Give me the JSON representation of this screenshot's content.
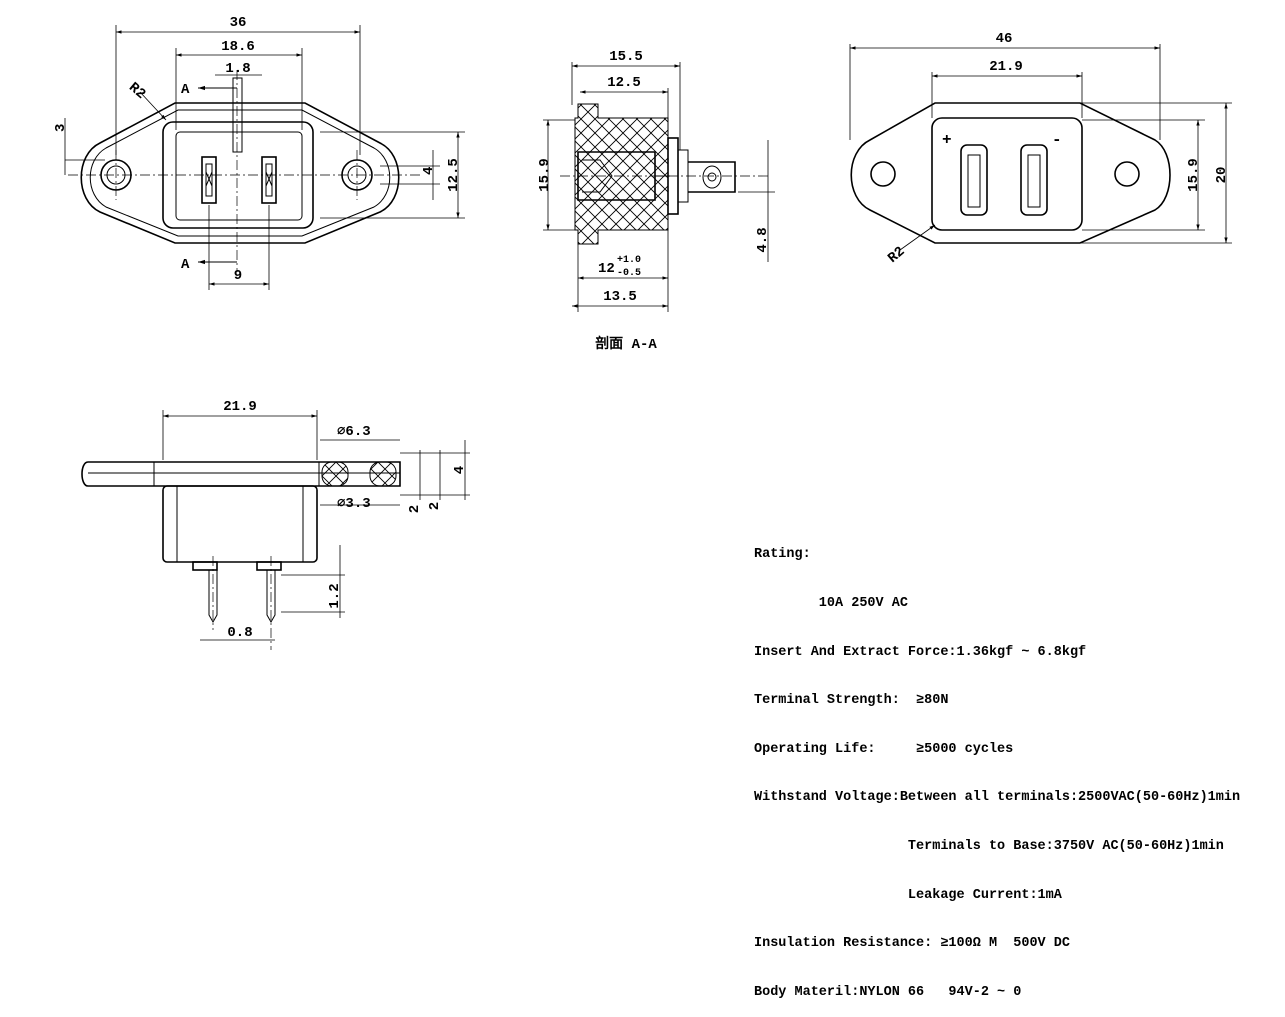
{
  "front_view": {
    "dims": {
      "width_total": "36",
      "width_inner": "18.6",
      "pin_width": "1.8",
      "radius": "R2",
      "section_mark_top": "A",
      "section_mark_bottom": "A",
      "offset_left": "3",
      "pin_height": "4",
      "body_height": "12.5",
      "pin_pitch": "9"
    }
  },
  "section_view": {
    "dims": {
      "overall_depth": "15.5",
      "body_depth": "12.5",
      "body_height": "15.9",
      "terminal_offset": "4.8",
      "panel_range_base": "12",
      "panel_range_upper": "+1.0",
      "panel_range_lower": "-0.5",
      "bottom_depth": "13.5"
    },
    "caption": "剖面 A-A"
  },
  "rear_view": {
    "dims": {
      "width_total": "46",
      "width_inner": "21.9",
      "body_height": "15.9",
      "flange_height": "20",
      "radius": "R2"
    },
    "plus_symbol": "+",
    "minus_symbol": "-"
  },
  "side_view": {
    "dims": {
      "width": "21.9",
      "hole_outer": "∅6.3",
      "hole_inner": "∅3.3",
      "flange_thickness": "4",
      "step_a": "2",
      "step_b": "2",
      "pin_length": "1.2",
      "pin_diameter": "0.8"
    }
  },
  "specs": {
    "lines": [
      "Rating:",
      "        10A 250V AC",
      "Insert And Extract Force:1.36kgf ~ 6.8kgf",
      "Terminal Strength:  ≥80N",
      "Operating Life:     ≥5000 cycles",
      "Withstand Voltage:Between all terminals:2500VAC(50-60Hz)1min",
      "                   Terminals to Base:3750V AC(50-60Hz)1min",
      "                   Leakage Current:1mA",
      "Insulation Resistance: ≥100Ω M  500V DC",
      "Body Materil:NYLON 66   94V-2 ~ 0"
    ]
  }
}
